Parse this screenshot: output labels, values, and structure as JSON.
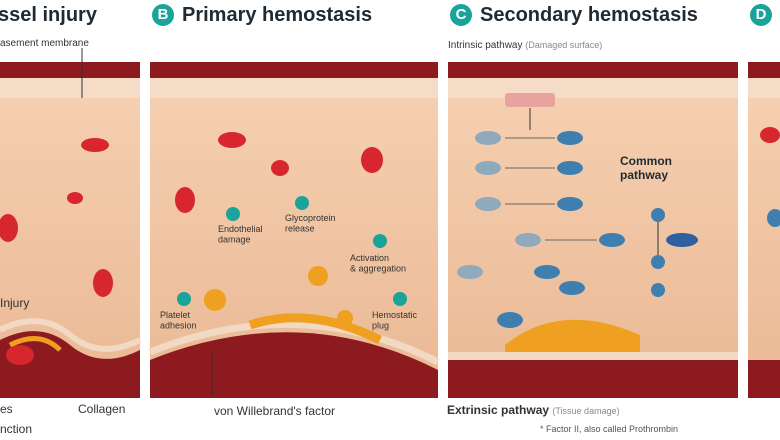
{
  "panels": {
    "a": {
      "title": "ssel injury",
      "top_label": "asement membrane",
      "bottom_left_1": "es",
      "bottom_left_2": "nction",
      "bottom_right": "Collagen",
      "injury_label": "Injury"
    },
    "b": {
      "letter": "B",
      "title": "Primary hemostasis",
      "bottom_label": "von Willebrand's factor",
      "steps": [
        "Endothelial\ndamage",
        "Glycoprotein\nrelease",
        "Activation\n& aggregation",
        "Platelet\nadhesion",
        "Hemostatic\nplug"
      ]
    },
    "c": {
      "letter": "C",
      "title": "Secondary hemostasis",
      "top_label": "Intrinsic pathway",
      "top_sub": "(Damaged surface)",
      "common_label": "Common\npathway",
      "bottom_label": "Extrinsic pathway",
      "bottom_sub": "(Tissue damage)",
      "footnote": "* Factor II, also called Prothrombin"
    },
    "d": {
      "letter": "D"
    }
  },
  "colors": {
    "badge": "#1aa39a",
    "vessel_wall": "#8c1a1f",
    "tissue": "#f2c7a6",
    "rbc": "#d8262e",
    "platelet": "#f0a020",
    "factor": "#3f7fb0"
  }
}
